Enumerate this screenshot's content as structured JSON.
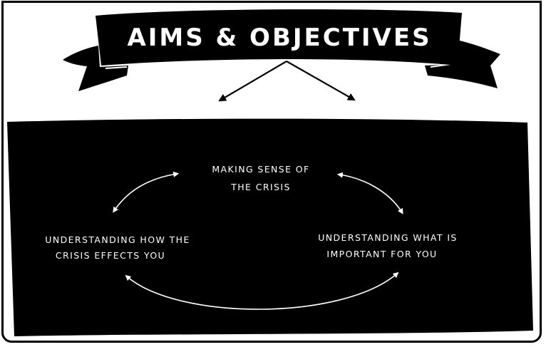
{
  "title": "AIMS & OBJECTIVES",
  "colors": {
    "background": "#ffffff",
    "panel": "#000000",
    "banner": "#000000",
    "text_on_dark": "#ffffff",
    "arrows_on_light": "#000000",
    "arrows_on_dark": "#ffffff"
  },
  "nodes": [
    {
      "id": "top",
      "lines": [
        "MAKING SENSE OF",
        "THE CRISIS"
      ]
    },
    {
      "id": "left",
      "lines": [
        "UNDERSTANDING HOW THE",
        "CRISIS EFFECTS YOU"
      ]
    },
    {
      "id": "right",
      "lines": [
        "UNDERSTANDING WHAT IS",
        "IMPORTANT FOR YOU"
      ]
    }
  ],
  "edges": [
    {
      "from": "left",
      "to": "top",
      "style": "double-headed-curved-arrow"
    },
    {
      "from": "top",
      "to": "right",
      "style": "double-headed-curved-arrow"
    },
    {
      "from": "left",
      "to": "right",
      "style": "double-headed-curved-arrow"
    }
  ],
  "banner_arrows": [
    {
      "direction": "down-left",
      "icon": "arrow-down-left-icon"
    },
    {
      "direction": "down-right",
      "icon": "arrow-down-right-icon"
    }
  ]
}
